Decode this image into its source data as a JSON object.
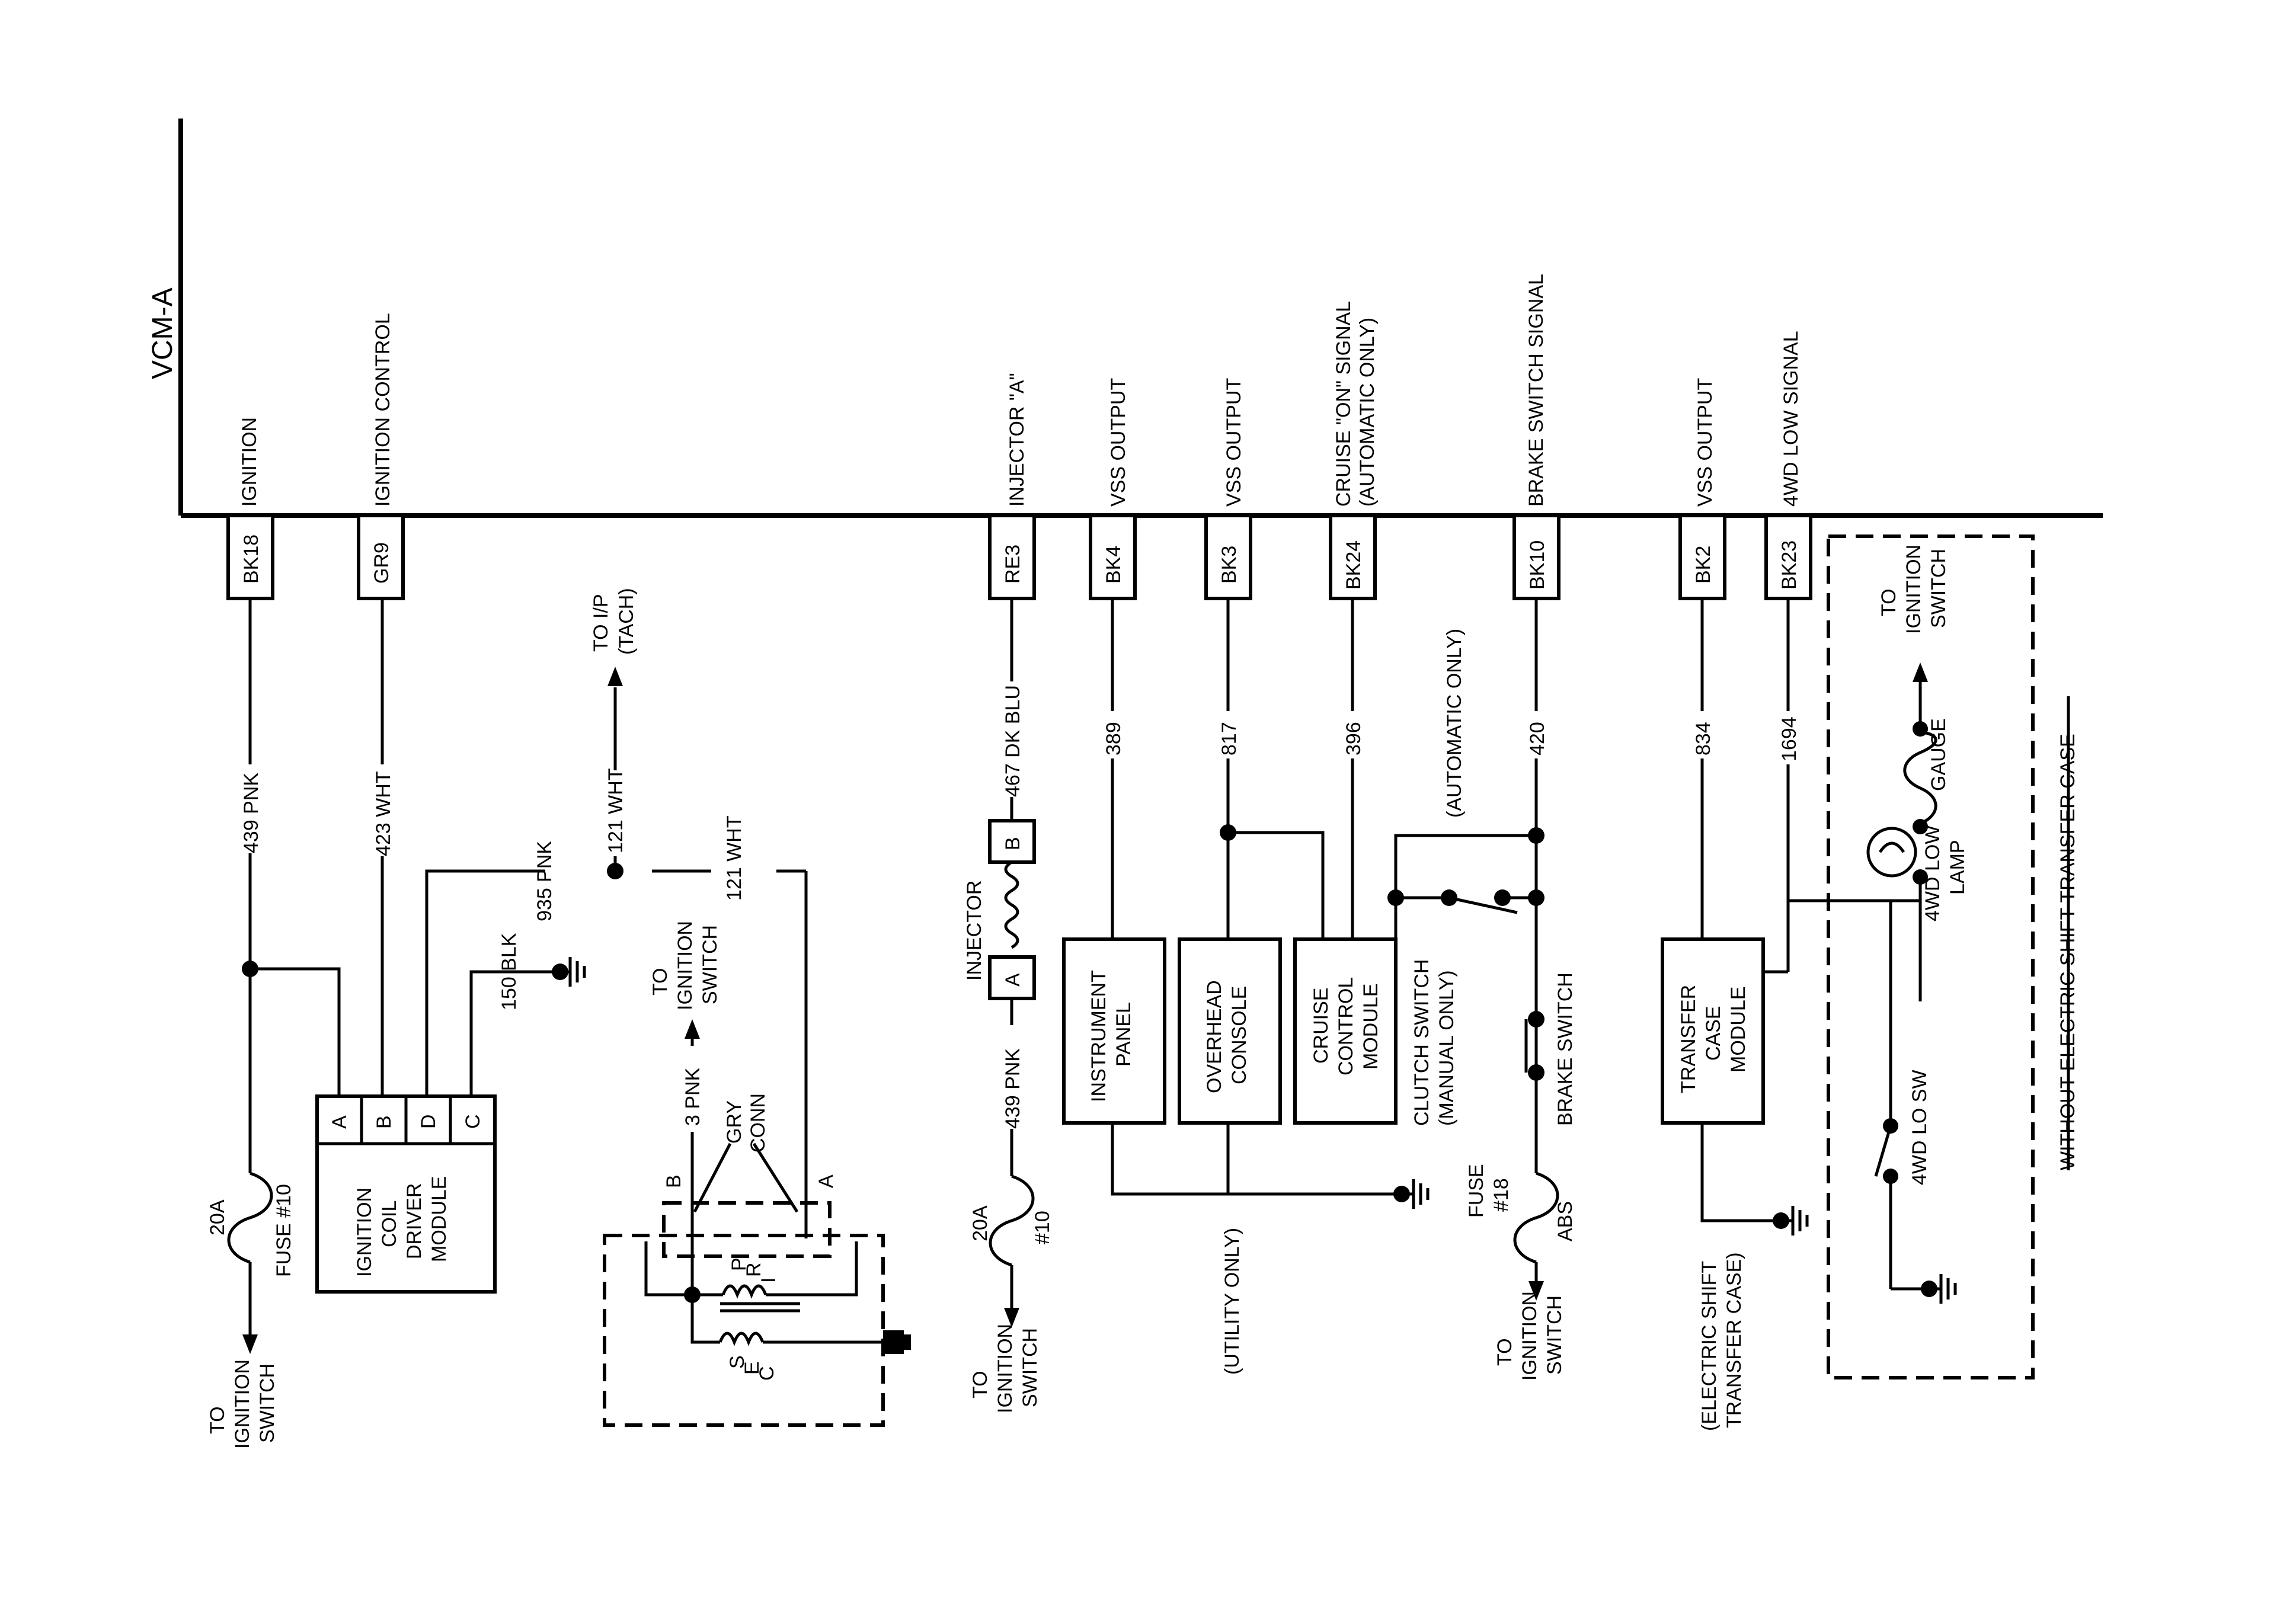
{
  "module": "VCM-A",
  "pins": [
    {
      "pin": "BK18",
      "signal": "IGNITION"
    },
    {
      "pin": "GR9",
      "signal": "IGNITION CONTROL"
    },
    {
      "pin": "RE3",
      "signal": "INJECTOR \"A\""
    },
    {
      "pin": "BK4",
      "signal": "VSS OUTPUT"
    },
    {
      "pin": "BK3",
      "signal": "VSS OUTPUT"
    },
    {
      "pin": "BK24",
      "signal": "CRUISE \"ON\" SIGNAL",
      "signal2": "(AUTOMATIC ONLY)"
    },
    {
      "pin": "BK10",
      "signal": "BRAKE SWITCH SIGNAL"
    },
    {
      "pin": "BK2",
      "signal": "VSS OUTPUT"
    },
    {
      "pin": "BK23",
      "signal": "4WD LOW SIGNAL"
    }
  ],
  "wires": {
    "w439_top": "439 PNK",
    "w423": "423 WHT",
    "w935": "935 PNK",
    "w121_top": "121 WHT",
    "w121_mid": "121 WHT",
    "w150": "150 BLK",
    "w3": "3 PNK",
    "w467": "467 DK BLU",
    "w439_inj": "439 PNK",
    "w389": "389",
    "w817": "817",
    "w396": "396",
    "w420": "420",
    "w834": "834",
    "w1694": "1694"
  },
  "labels": {
    "to": "TO",
    "ignition": "IGNITION",
    "switch": "SWITCH",
    "to_ip": "TO I/P",
    "tach": "(TACH)",
    "gry": "GRY",
    "conn": "CONN",
    "fuse_amp": "20A",
    "fuse10": "FUSE #10",
    "fuse10_short": "#10",
    "fuse18_a": "FUSE",
    "fuse18_b": "#18",
    "abs": "ABS",
    "injector": "INJECTOR",
    "automatic_only": "(AUTOMATIC ONLY)",
    "clutch_switch": "CLUTCH SWITCH",
    "manual_only": "(MANUAL ONLY)",
    "brake_switch": "BRAKE SWITCH",
    "utility_only": "(UTILITY ONLY)",
    "electric_shift_a": "(ELECTRIC SHIFT",
    "electric_shift_b": "TRANSFER CASE)",
    "lo_sw": "4WD LO SW",
    "lamp_a": "4WD LOW",
    "lamp_b": "LAMP",
    "gauge": "GAUGE",
    "without": "WITHOUT ELECTRIC SHIFT TRANSFER CASE",
    "pin_a": "A",
    "pin_b": "B",
    "pin_c": "C",
    "pin_d": "D",
    "p": "P",
    "r": "R",
    "i": "I",
    "s": "S",
    "e": "E",
    "c": "C"
  },
  "components": {
    "icm_1": "IGNITION",
    "icm_2": "COIL",
    "icm_3": "DRIVER",
    "icm_4": "MODULE",
    "ip_1": "INSTRUMENT",
    "ip_2": "PANEL",
    "oc_1": "OVERHEAD",
    "oc_2": "CONSOLE",
    "cc_1": "CRUISE",
    "cc_2": "CONTROL",
    "cc_3": "MODULE",
    "tc_1": "TRANSFER",
    "tc_2": "CASE",
    "tc_3": "MODULE"
  }
}
